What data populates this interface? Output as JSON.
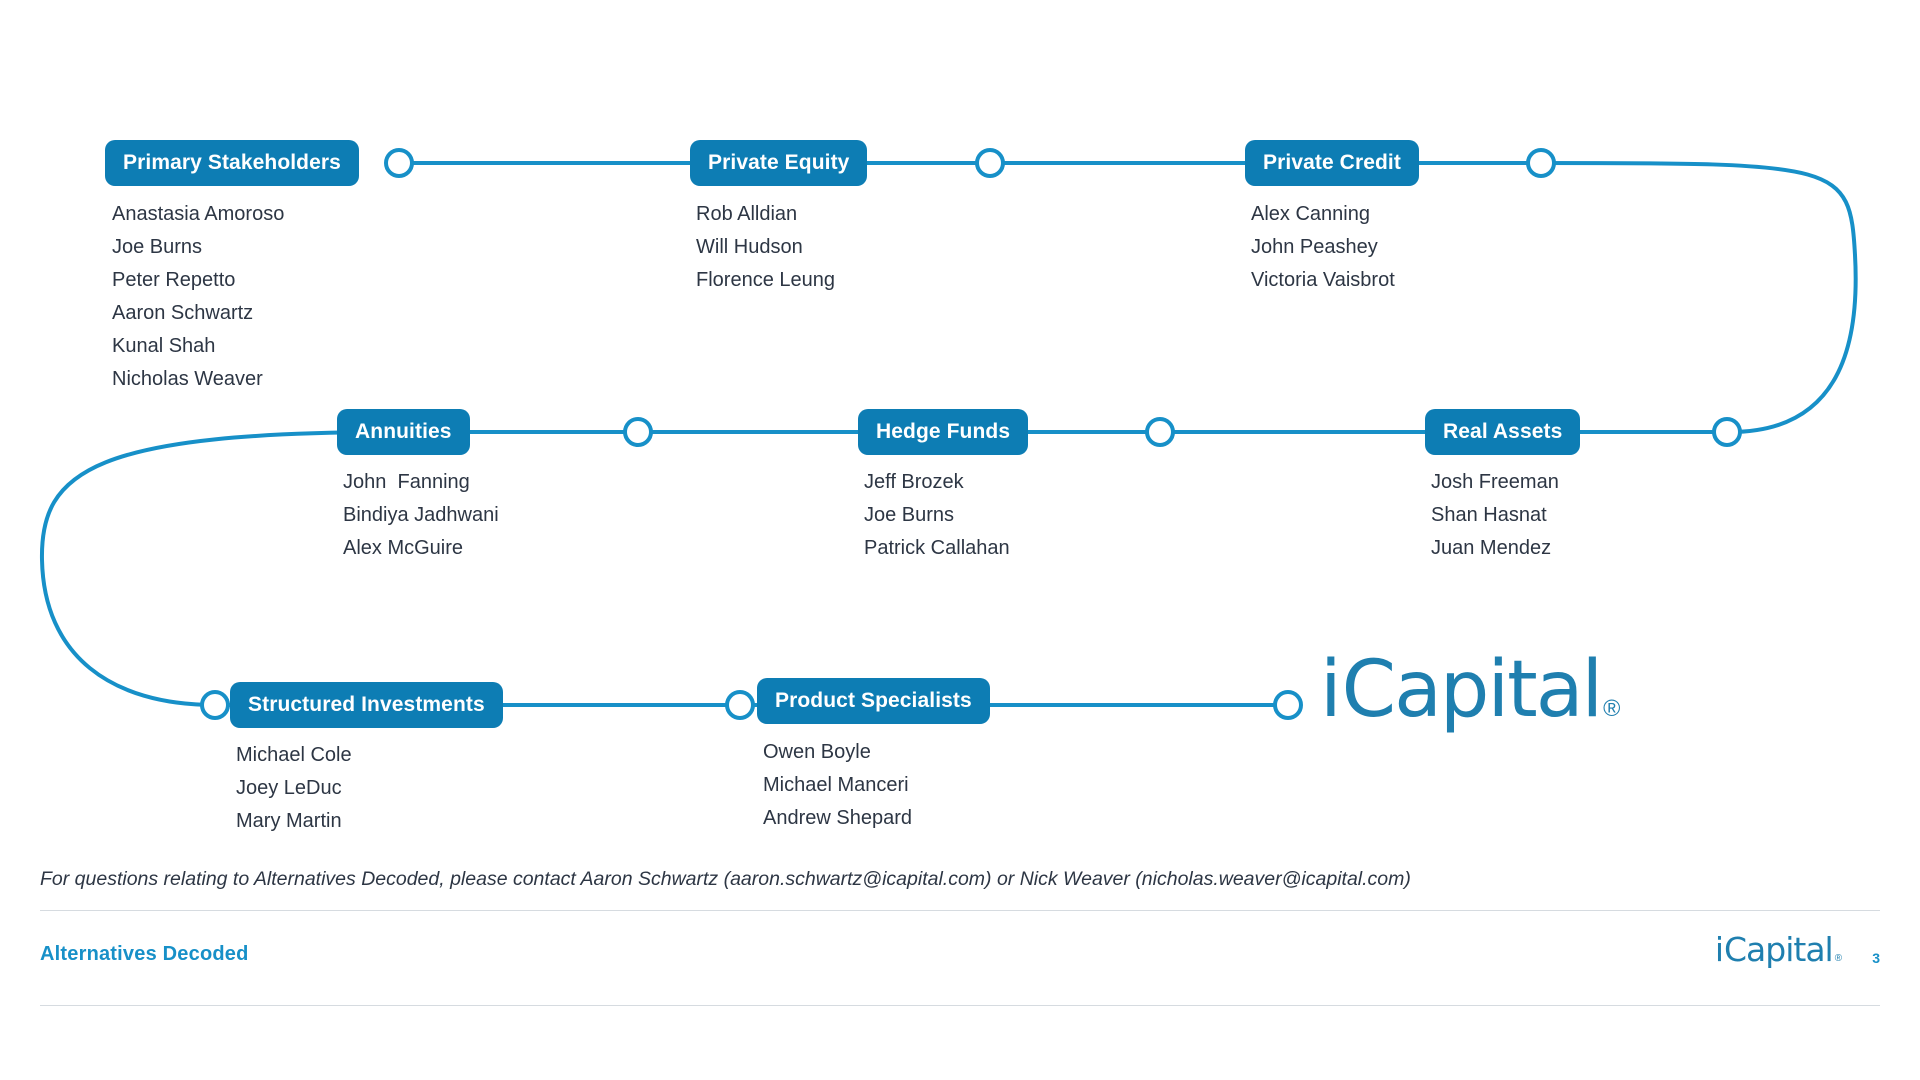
{
  "diagram": {
    "accent_blue": "#1790C8",
    "node_blue": "#0D7DB4",
    "text_color": "#2d3644",
    "groups": [
      {
        "id": "primary-stakeholders",
        "title": "Primary Stakeholders",
        "members": [
          "Anastasia Amoroso",
          "Joe Burns",
          "Peter Repetto",
          "Aaron Schwartz",
          "Kunal Shah",
          "Nicholas Weaver"
        ]
      },
      {
        "id": "private-equity",
        "title": "Private Equity",
        "members": [
          "Rob Alldian",
          "Will Hudson",
          "Florence Leung"
        ]
      },
      {
        "id": "private-credit",
        "title": "Private Credit",
        "members": [
          "Alex Canning",
          "John Peashey",
          "Victoria Vaisbrot"
        ]
      },
      {
        "id": "annuities",
        "title": "Annuities",
        "members": [
          "John  Fanning",
          "Bindiya Jadhwani",
          "Alex McGuire"
        ]
      },
      {
        "id": "hedge-funds",
        "title": "Hedge Funds",
        "members": [
          "Jeff Brozek",
          "Joe Burns",
          "Patrick Callahan"
        ]
      },
      {
        "id": "real-assets",
        "title": "Real Assets",
        "members": [
          "Josh Freeman",
          "Shan Hasnat",
          "Juan Mendez"
        ]
      },
      {
        "id": "structured-investments",
        "title": "Structured Investments",
        "members": [
          "Michael Cole",
          "Joey LeDuc",
          "Mary Martin"
        ]
      },
      {
        "id": "product-specialists",
        "title": "Product Specialists",
        "members": [
          "Owen Boyle",
          "Michael Manceri",
          "Andrew Shepard"
        ]
      }
    ]
  },
  "footnote": "For questions relating to Alternatives Decoded, please contact Aaron Schwartz (aaron.schwartz@icapital.com) or Nick Weaver (nicholas.weaver@icapital.com)",
  "footer": {
    "title": "Alternatives Decoded",
    "page_number": "3"
  },
  "brand": {
    "i": "i",
    "rest": "Capital",
    "registered": "®"
  }
}
